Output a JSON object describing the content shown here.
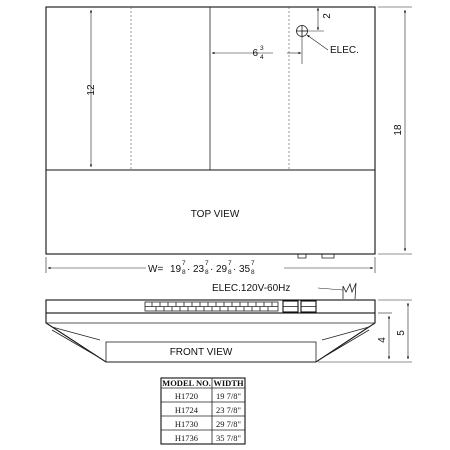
{
  "top_view": {
    "label": "TOP VIEW",
    "depth_dim": "12",
    "overall_depth_dim": "18",
    "top_offset_dim": "2",
    "side_offset_whole": "6",
    "side_offset_num": "3",
    "side_offset_den": "4",
    "elec_label": "ELEC."
  },
  "width_callout": {
    "prefix": "W=",
    "widths": [
      {
        "whole": "19",
        "num": "7",
        "den": "8"
      },
      {
        "whole": "23",
        "num": "7",
        "den": "8"
      },
      {
        "whole": "29",
        "num": "7",
        "den": "8"
      },
      {
        "whole": "35",
        "num": "7",
        "den": "8"
      }
    ]
  },
  "front_view": {
    "label": "FRONT VIEW",
    "elec_label": "ELEC.120V-60Hz",
    "inner_height_dim": "4",
    "overall_height_dim": "5"
  },
  "model_table": {
    "headers": [
      "MODEL NO.",
      "WIDTH"
    ],
    "rows": [
      [
        "H1720",
        "19 7/8\""
      ],
      [
        "H1724",
        "23 7/8\""
      ],
      [
        "H1730",
        "29 7/8\""
      ],
      [
        "H1736",
        "35 7/8\""
      ]
    ]
  }
}
